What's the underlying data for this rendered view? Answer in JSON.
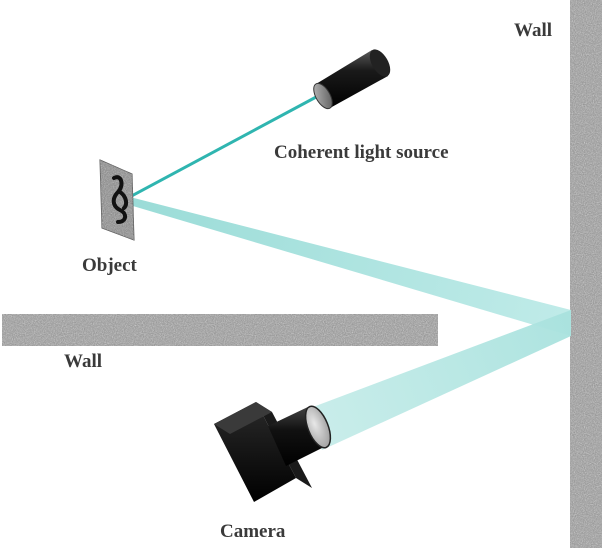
{
  "labels": {
    "wall_right": "Wall",
    "wall_left": "Wall",
    "light_source": "Coherent light source",
    "object": "Object",
    "camera": "Camera"
  },
  "colors": {
    "wall": "#8c8c8c",
    "beam": "#2fb5b0",
    "beam_light": "#cdeeed",
    "label": "#3a3a3a"
  },
  "icons": {
    "light_source": "laser-cylinder-icon",
    "camera": "camera-icon",
    "object": "object-plate-icon"
  }
}
